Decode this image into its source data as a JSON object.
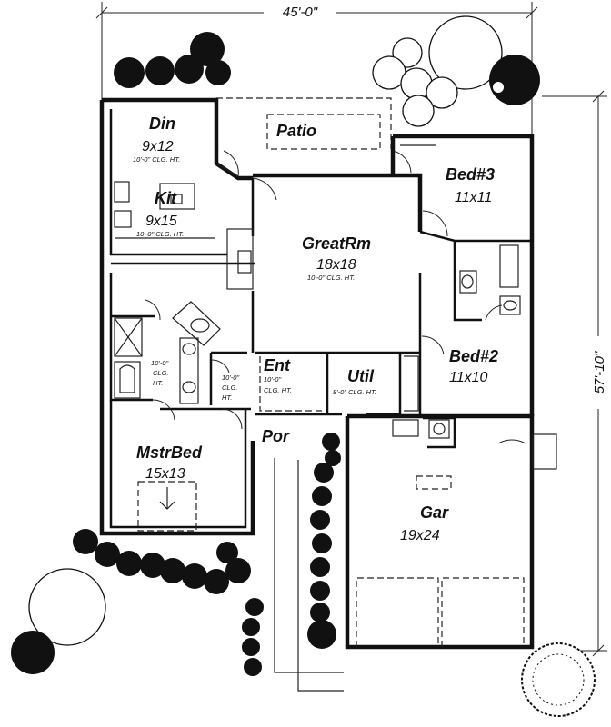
{
  "plan": {
    "overall_width": "45'-0\"",
    "overall_depth": "57'-10\""
  },
  "rooms": {
    "patio": {
      "name": "Patio"
    },
    "din": {
      "name": "Din",
      "size": "9x12",
      "ceiling": "10'-0\" CLG. HT."
    },
    "kit": {
      "name": "Kit",
      "size": "9x15",
      "ceiling": "10'-0\" CLG. HT."
    },
    "bed3": {
      "name": "Bed#3",
      "size": "11x11"
    },
    "greatrm": {
      "name": "GreatRm",
      "size": "18x18",
      "ceiling": "10'-0\" CLG. HT."
    },
    "bed2": {
      "name": "Bed#2",
      "size": "11x10"
    },
    "ent": {
      "name": "Ent",
      "ceiling_line1": "10'-0\"",
      "ceiling_line2": "CLG. HT."
    },
    "util": {
      "name": "Util",
      "ceiling": "8'-0\" CLG. HT."
    },
    "mbath": {
      "ceiling_line1": "10'-0\"",
      "ceiling_line2": "CLG.",
      "ceiling_line3": "HT."
    },
    "hall": {
      "ceiling_line1": "10'-0\"",
      "ceiling_line2": "CLG.",
      "ceiling_line3": "HT."
    },
    "por": {
      "name": "Por"
    },
    "mstrbed": {
      "name": "MstrBed",
      "size": "15x13"
    },
    "gar": {
      "name": "Gar",
      "size": "19x24"
    }
  }
}
